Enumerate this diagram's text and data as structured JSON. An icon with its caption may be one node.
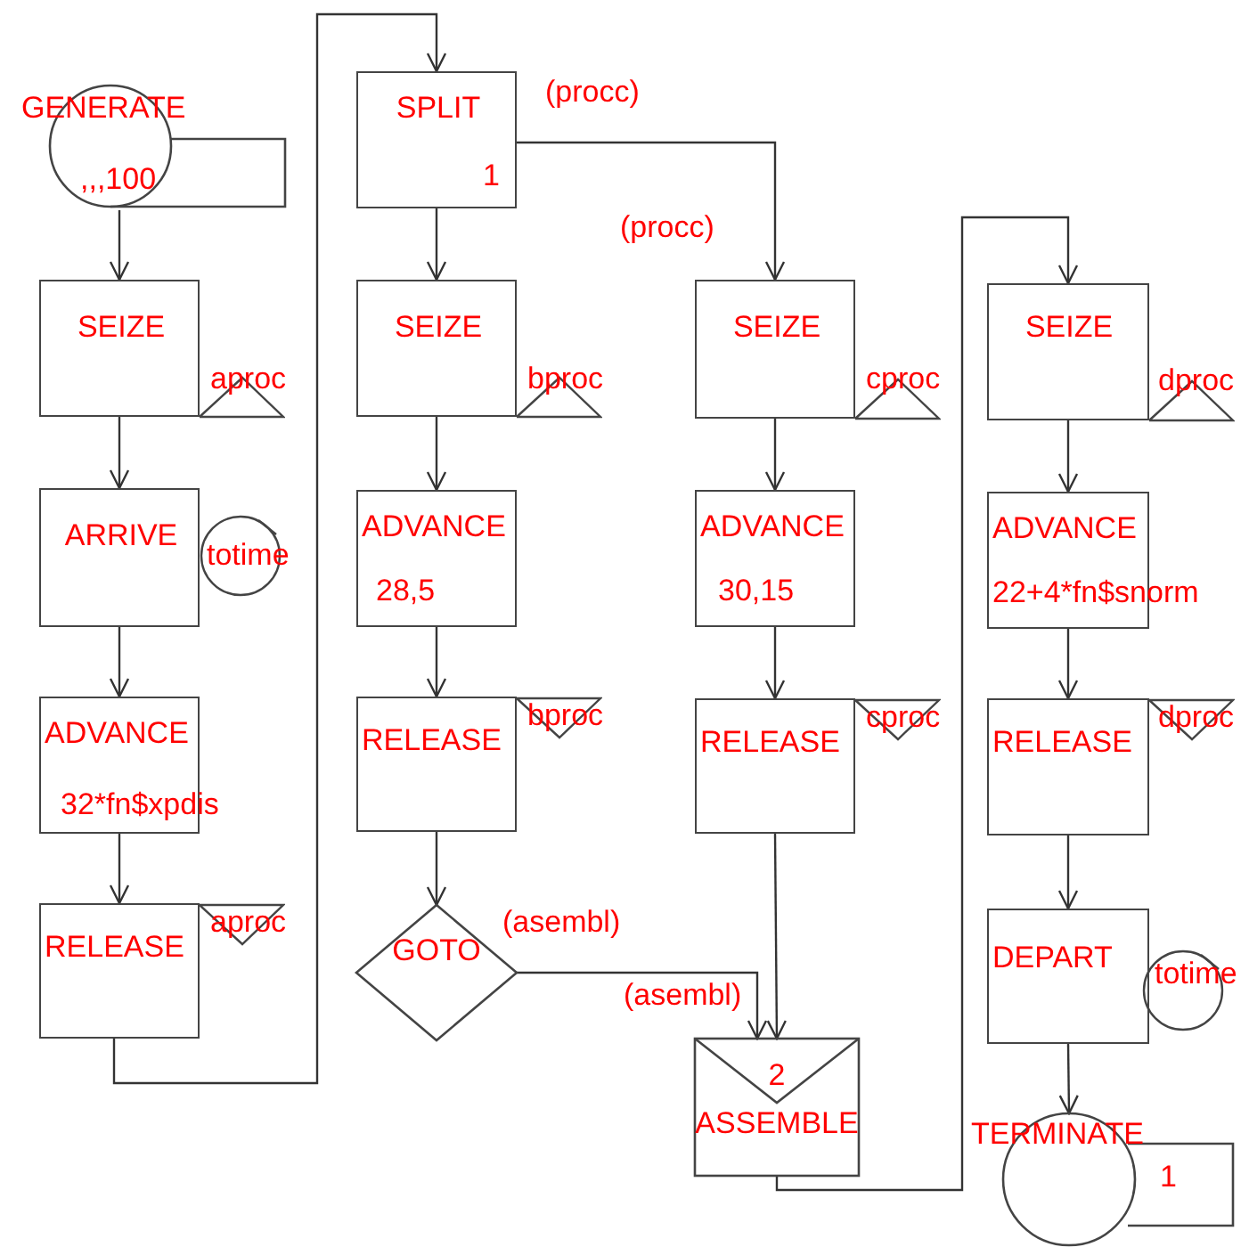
{
  "diagram": {
    "nodes": [
      {
        "text": [
          "GENERATE",
          ",,,100"
        ]
      },
      {
        "text": [
          "SEIZE"
        ],
        "beside": [
          "aproc"
        ]
      },
      {
        "text": [
          "ARRIVE"
        ],
        "beside": [
          "totime"
        ]
      },
      {
        "text": [
          "ADVANCE",
          "32*fn$xpdis"
        ]
      },
      {
        "text": [
          "RELEASE"
        ],
        "beside": [
          "aproc"
        ]
      },
      {
        "text": [
          "SPLIT",
          "1"
        ],
        "beside": [
          "(procc)"
        ]
      },
      {
        "text": [
          "SEIZE"
        ],
        "beside": [
          "bproc"
        ]
      },
      {
        "text": [
          "ADVANCE",
          "28,5"
        ]
      },
      {
        "text": [
          "RELEASE"
        ],
        "beside": [
          "bproc"
        ]
      },
      {
        "text": [
          "GOTO"
        ],
        "beside": [
          "(asembl)"
        ]
      },
      {
        "text": [
          "SEIZE"
        ],
        "beside": [
          "cproc"
        ]
      },
      {
        "text": [
          "ADVANCE",
          "30,15"
        ]
      },
      {
        "text": [
          "RELEASE"
        ],
        "beside": [
          "cproc"
        ]
      },
      {
        "text": [
          "2",
          "ASSEMBLE"
        ]
      },
      {
        "text": [
          "SEIZE"
        ],
        "beside": [
          "dproc"
        ]
      },
      {
        "text": [
          "ADVANCE",
          "22+4*fn$snorm"
        ]
      },
      {
        "text": [
          "RELEASE"
        ],
        "beside": [
          "dproc"
        ]
      },
      {
        "text": [
          "DEPART"
        ],
        "beside": [
          "totime"
        ]
      },
      {
        "text": [
          "TERMINATE",
          "1"
        ]
      }
    ],
    "edges": [
      {
        "from": 0,
        "to": 1,
        "arrow": "to"
      },
      {
        "from": 1,
        "to": 2,
        "arrow": "to"
      },
      {
        "from": 2,
        "to": 3,
        "arrow": "to"
      },
      {
        "from": 3,
        "to": 4,
        "arrow": "to"
      },
      {
        "from": 4,
        "to": 5,
        "arrow": "to"
      },
      {
        "from": 5,
        "to": 6,
        "arrow": "to"
      },
      {
        "from": 5,
        "to": 10,
        "arrow": "to",
        "label": "(procc)"
      },
      {
        "from": 6,
        "to": 7,
        "arrow": "to"
      },
      {
        "from": 7,
        "to": 8,
        "arrow": "to"
      },
      {
        "from": 8,
        "to": 9,
        "arrow": "to"
      },
      {
        "from": 9,
        "to": 13,
        "arrow": "to",
        "label": "(asembl)"
      },
      {
        "from": 10,
        "to": 11,
        "arrow": "to"
      },
      {
        "from": 11,
        "to": 12,
        "arrow": "to"
      },
      {
        "from": 12,
        "to": 13,
        "arrow": "to"
      },
      {
        "from": 13,
        "to": 14,
        "arrow": "to"
      },
      {
        "from": 14,
        "to": 15,
        "arrow": "to"
      },
      {
        "from": 15,
        "to": 16,
        "arrow": "to"
      },
      {
        "from": 16,
        "to": 17,
        "arrow": "to"
      },
      {
        "from": 17,
        "to": 18,
        "arrow": "to"
      }
    ]
  }
}
